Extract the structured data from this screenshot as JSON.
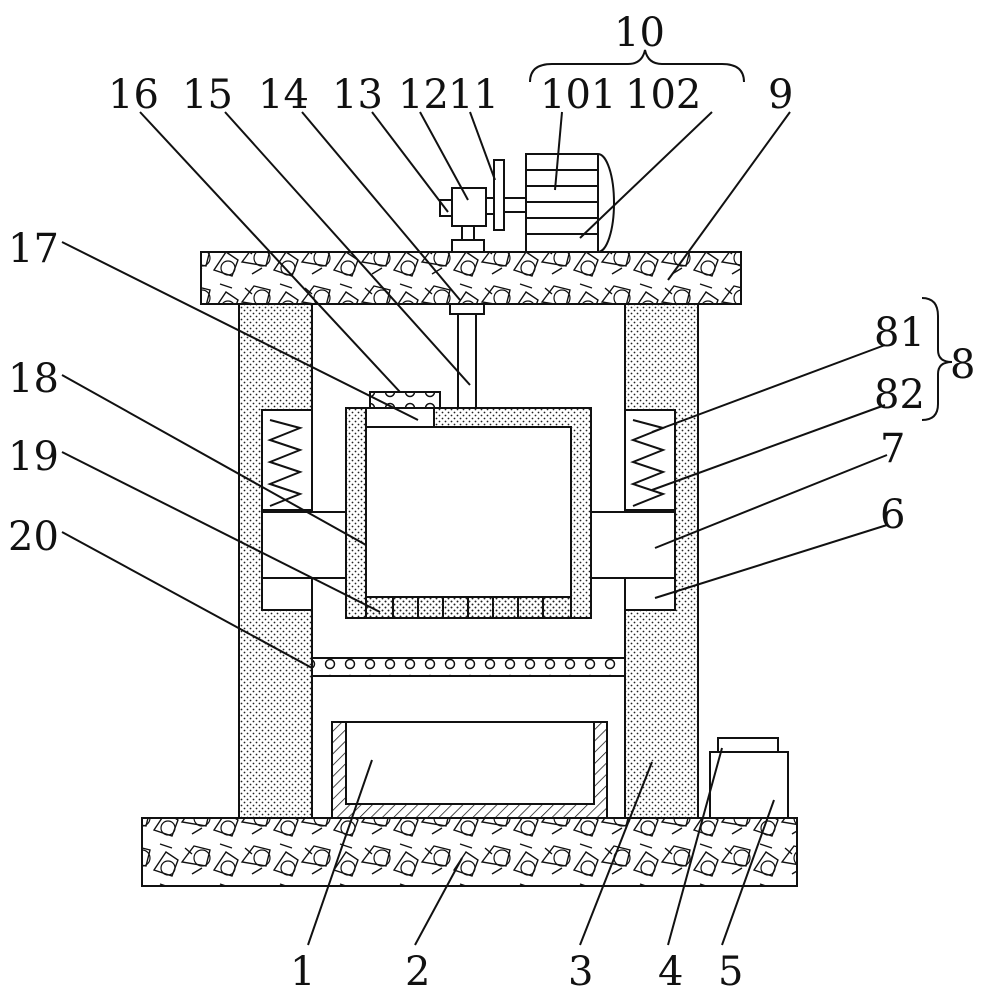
{
  "labels": {
    "l1": "1",
    "l2": "2",
    "l3": "3",
    "l4": "4",
    "l5": "5",
    "l6": "6",
    "l7": "7",
    "l8": "8",
    "l9": "9",
    "l10": "10",
    "l11": "11",
    "l12": "12",
    "l13": "13",
    "l14": "14",
    "l15": "15",
    "l16": "16",
    "l17": "17",
    "l18": "18",
    "l19": "19",
    "l20": "20",
    "l81": "81",
    "l82": "82",
    "l101": "101",
    "l102": "102"
  }
}
